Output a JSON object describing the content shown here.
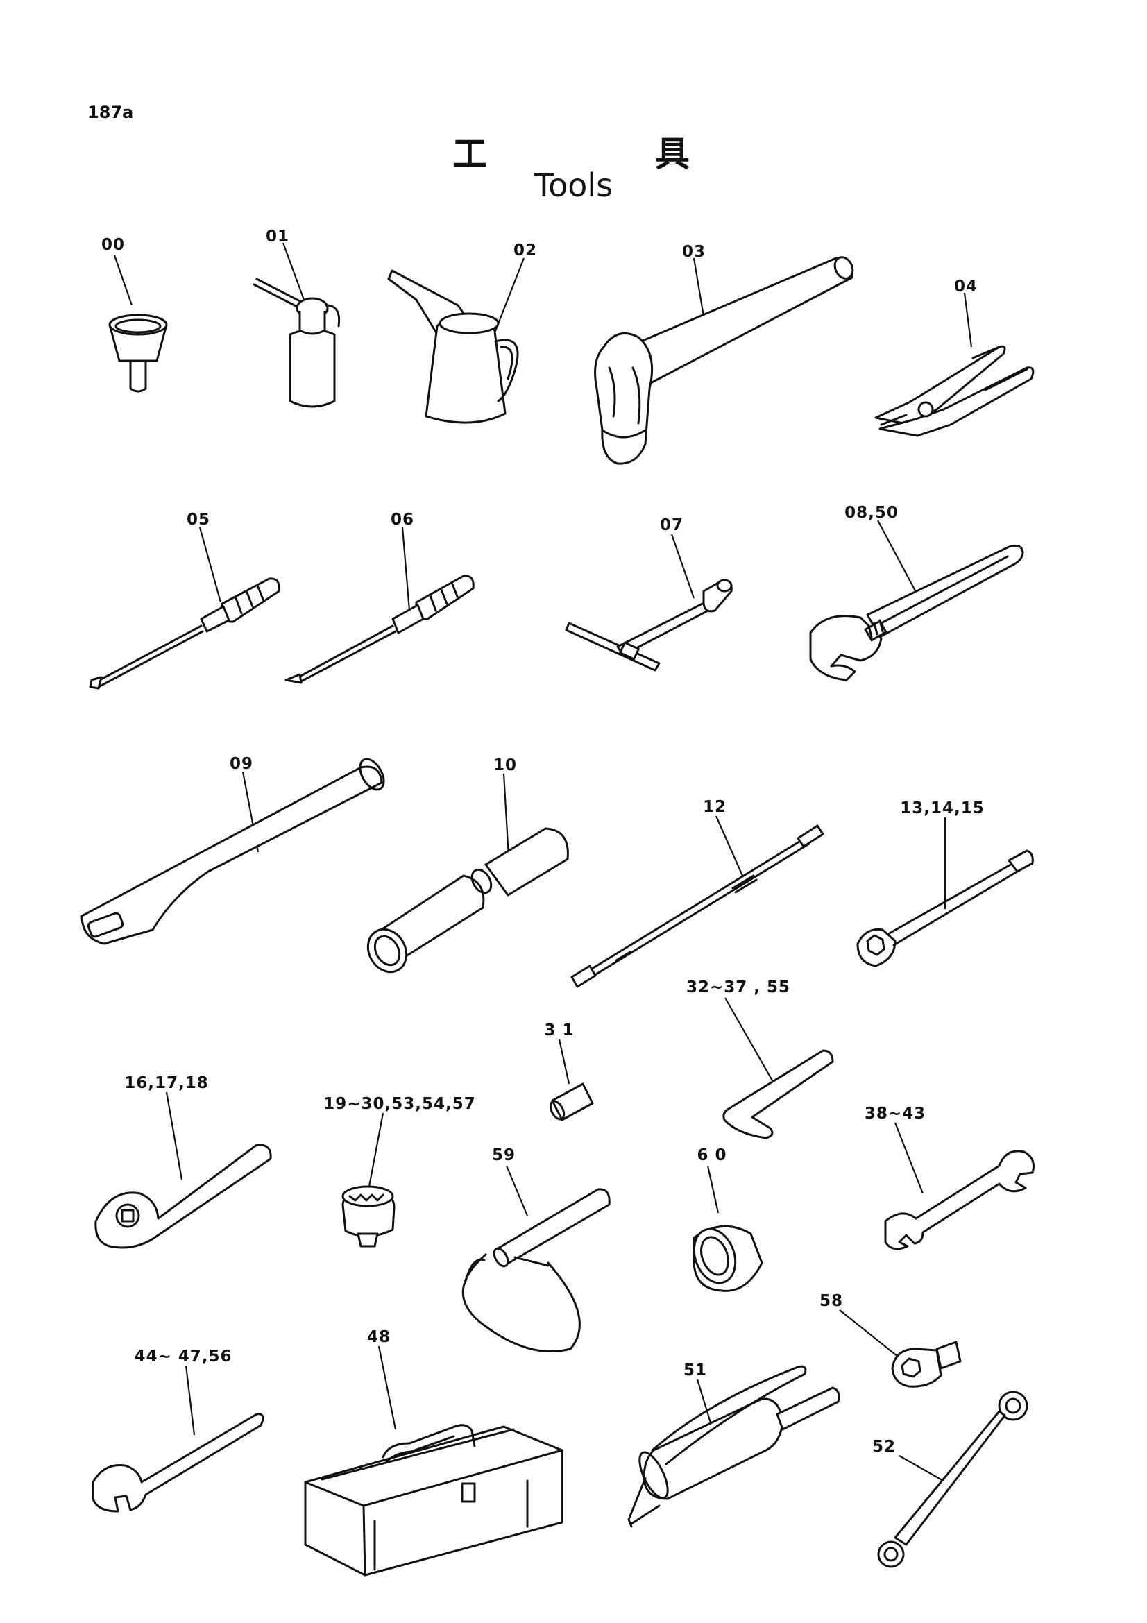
{
  "page": {
    "id": "187a",
    "title_ja_1": "工",
    "title_ja_2": "具",
    "title_en": "Tools"
  },
  "callouts": [
    {
      "key": "c00",
      "text": "00",
      "tool": "funnel"
    },
    {
      "key": "c01",
      "text": "01",
      "tool": "oil-can"
    },
    {
      "key": "c02",
      "text": "02",
      "tool": "oil-jug"
    },
    {
      "key": "c03",
      "text": "03",
      "tool": "hammer"
    },
    {
      "key": "c04",
      "text": "04",
      "tool": "pliers"
    },
    {
      "key": "c05",
      "text": "05",
      "tool": "screwdriver-flat"
    },
    {
      "key": "c06",
      "text": "06",
      "tool": "screwdriver-phillips"
    },
    {
      "key": "c07",
      "text": "07",
      "tool": "t-socket-wrench"
    },
    {
      "key": "c08",
      "text": "08,50",
      "tool": "adjustable-wrench"
    },
    {
      "key": "c09",
      "text": "09",
      "tool": "bar"
    },
    {
      "key": "c10",
      "text": "10",
      "tool": "pipe"
    },
    {
      "key": "c12",
      "text": "12",
      "tool": "extension-bar"
    },
    {
      "key": "c13",
      "text": "13,14,15",
      "tool": "socket-extension"
    },
    {
      "key": "c16",
      "text": "16,17,18",
      "tool": "ratchet-handle"
    },
    {
      "key": "c19",
      "text": "19~30,53,54,57",
      "tool": "socket"
    },
    {
      "key": "c31",
      "text": "3 1",
      "tool": "hex-bit"
    },
    {
      "key": "c32",
      "text": "32~37 , 55",
      "tool": "hex-key"
    },
    {
      "key": "c38",
      "text": "38~43",
      "tool": "double-open-wrench"
    },
    {
      "key": "c44",
      "text": "44~ 47,56",
      "tool": "single-open-wrench"
    },
    {
      "key": "c48",
      "text": "48",
      "tool": "tool-box"
    },
    {
      "key": "c51",
      "text": "51",
      "tool": "grease-gun"
    },
    {
      "key": "c52",
      "text": "52",
      "tool": "box-wrench"
    },
    {
      "key": "c58",
      "text": "58",
      "tool": "adapter"
    },
    {
      "key": "c59",
      "text": "59",
      "tool": "filter-wrench-strap"
    },
    {
      "key": "c60",
      "text": "6 0",
      "tool": "filter-cup"
    }
  ],
  "chart_data": {
    "type": "parts-diagram",
    "title": "Tools",
    "callout_labels": [
      "00",
      "01",
      "02",
      "03",
      "04",
      "05",
      "06",
      "07",
      "08,50",
      "09",
      "10",
      "12",
      "13,14,15",
      "16,17,18",
      "19~30,53,54,57",
      "3 1",
      "32~37 , 55",
      "38~43",
      "44~ 47,56",
      "48",
      "51",
      "52",
      "58",
      "59",
      "6 0"
    ]
  }
}
